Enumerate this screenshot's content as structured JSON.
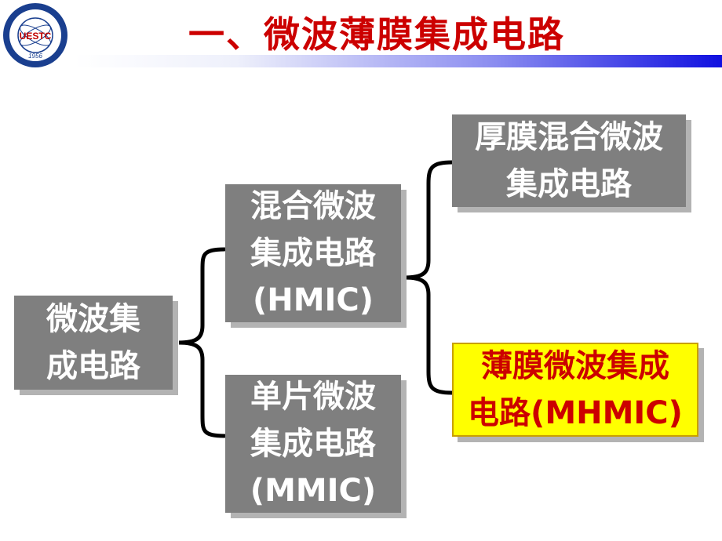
{
  "slide": {
    "title": "一、微波薄膜集成电路"
  },
  "logo": {
    "center_text": "UESTC",
    "year": "1956"
  },
  "nodes": {
    "root": {
      "lines": [
        "微波集",
        "成电路"
      ]
    },
    "hmic": {
      "lines": [
        "混合微波",
        "集成电路",
        "(HMIC)"
      ]
    },
    "mmic": {
      "lines": [
        "单片微波",
        "集成电路",
        "(MMIC)"
      ]
    },
    "thick": {
      "lines": [
        "厚膜混合微波",
        "集成电路"
      ]
    },
    "thin": {
      "lines": [
        "薄膜微波集成",
        "电路(MHMIC)"
      ]
    }
  },
  "colors": {
    "title": "#cc0000",
    "box_fill": "#7f7f7f",
    "box_shadow": "#b3b3b3",
    "highlight_fill": "#ffff00",
    "highlight_text": "#cc0000",
    "bracket": "#000000"
  }
}
